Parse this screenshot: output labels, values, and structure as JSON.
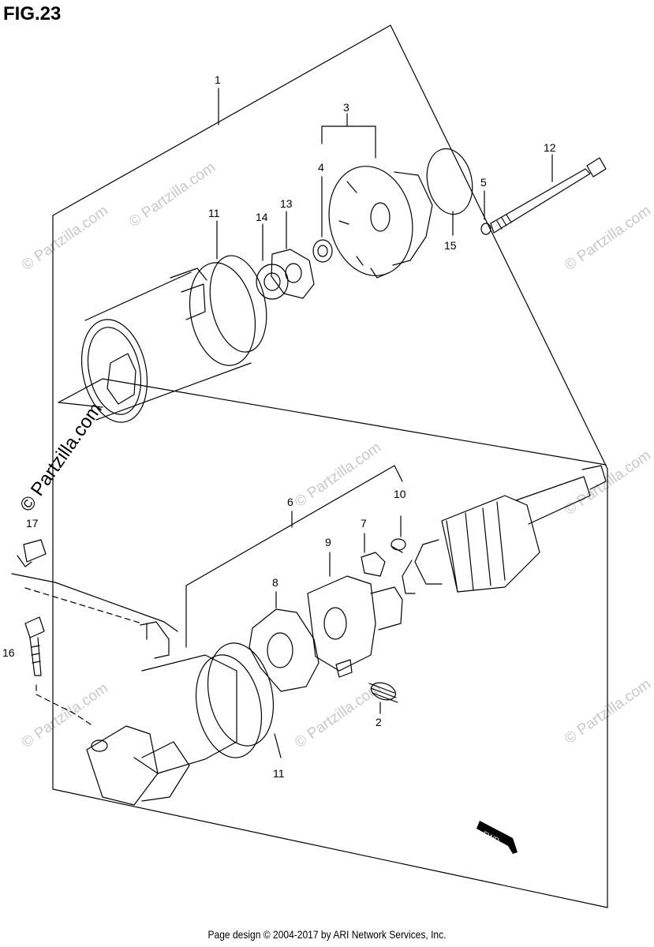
{
  "figure": {
    "title": "FIG.23"
  },
  "callouts": {
    "p1": "1",
    "p2": "2",
    "p3": "3",
    "p4": "4",
    "p5": "5",
    "p6": "6",
    "p7": "7",
    "p8": "8",
    "p9": "9",
    "p10": "10",
    "p11a": "11",
    "p11b": "11",
    "p12": "12",
    "p13": "13",
    "p14": "14",
    "p15": "15",
    "p16": "16",
    "p17": "17"
  },
  "fwd_marker": "FWD",
  "watermarks": {
    "site": "© Partzilla.com",
    "site_main": "© Partzilla.com"
  },
  "footer": "Page design © 2004-2017 by ARI Network Services, Inc.",
  "colors": {
    "line": "#000000",
    "watermark": "#c8c8c8",
    "background": "#ffffff"
  }
}
